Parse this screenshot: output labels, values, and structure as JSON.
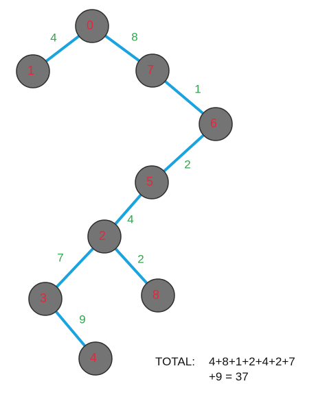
{
  "tree": {
    "nodes": [
      {
        "id": "0",
        "label": "0"
      },
      {
        "id": "1",
        "label": "1"
      },
      {
        "id": "7",
        "label": "7"
      },
      {
        "id": "6",
        "label": "6"
      },
      {
        "id": "5",
        "label": "5"
      },
      {
        "id": "2",
        "label": "2"
      },
      {
        "id": "3",
        "label": "3"
      },
      {
        "id": "8",
        "label": "8"
      },
      {
        "id": "4",
        "label": "4"
      }
    ],
    "edges": [
      {
        "from": "0",
        "to": "1",
        "weight": "4"
      },
      {
        "from": "0",
        "to": "7",
        "weight": "8"
      },
      {
        "from": "7",
        "to": "6",
        "weight": "1"
      },
      {
        "from": "6",
        "to": "5",
        "weight": "2"
      },
      {
        "from": "5",
        "to": "2",
        "weight": "4"
      },
      {
        "from": "2",
        "to": "3",
        "weight": "7"
      },
      {
        "from": "2",
        "to": "8",
        "weight": "2"
      },
      {
        "from": "3",
        "to": "4",
        "weight": "9"
      }
    ],
    "colors": {
      "node_fill": "#747474",
      "node_label": "#e8253a",
      "edge": "#1aa3de",
      "weight_label": "#2fa64a"
    }
  },
  "total": {
    "label": "TOTAL:",
    "line1": "4+8+1+2+4+2+7",
    "line2": "+9 = 37"
  }
}
